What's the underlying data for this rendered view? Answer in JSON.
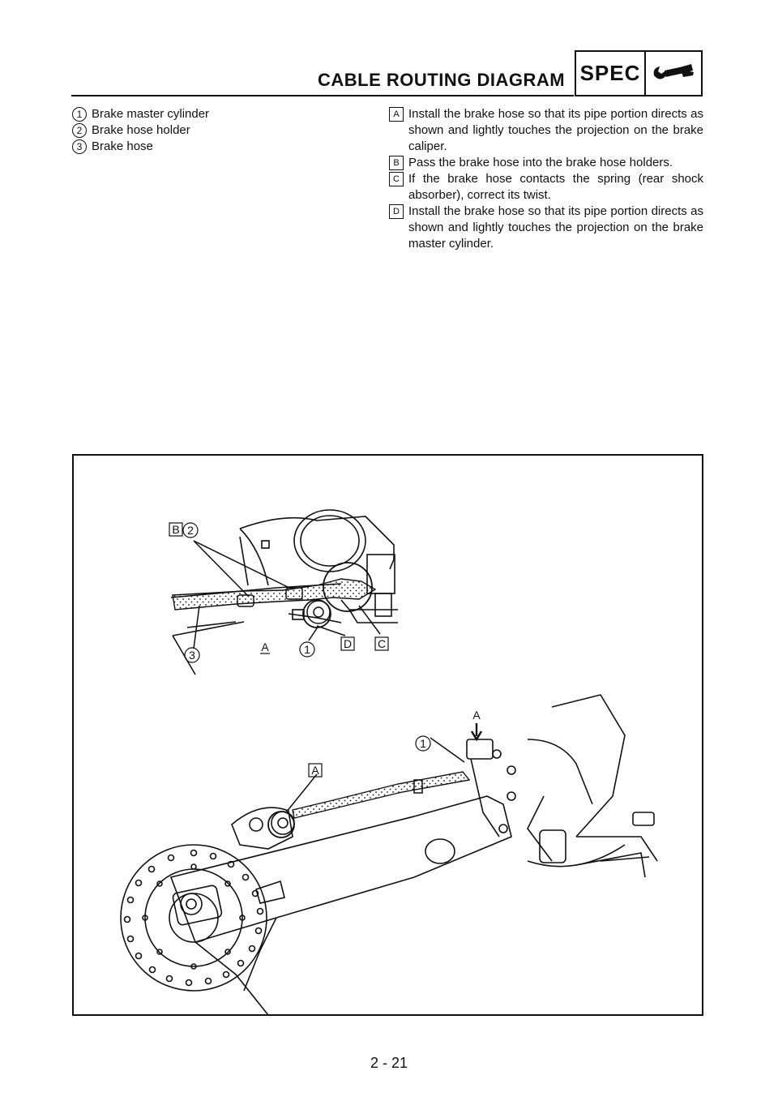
{
  "header": {
    "title": "CABLE ROUTING DIAGRAM",
    "spec_label": "SPEC",
    "spec_icon": "wrench-icon"
  },
  "legend_left": [
    {
      "marker": "1",
      "text": "Brake master cylinder"
    },
    {
      "marker": "2",
      "text": "Brake hose holder"
    },
    {
      "marker": "3",
      "text": "Brake hose"
    }
  ],
  "legend_right": [
    {
      "marker": "A",
      "text": "Install the brake hose so that its pipe portion directs as shown and lightly touches the projection on the brake caliper."
    },
    {
      "marker": "B",
      "text": "Pass the brake hose into the brake hose holders."
    },
    {
      "marker": "C",
      "text": "If the brake hose contacts the spring (rear shock absorber), correct its twist."
    },
    {
      "marker": "D",
      "text": "Install the brake hose so that its pipe portion directs as shown and lightly touches the projection on the brake master cylinder."
    }
  ],
  "figure": {
    "top": {
      "b": "B",
      "n2": "2",
      "n3": "3",
      "a": "A",
      "n1": "1",
      "d": "D",
      "c": "C"
    },
    "bottom": {
      "arrow_a": "A",
      "n1": "1",
      "a_box": "A"
    }
  },
  "page_number": "2 - 21"
}
